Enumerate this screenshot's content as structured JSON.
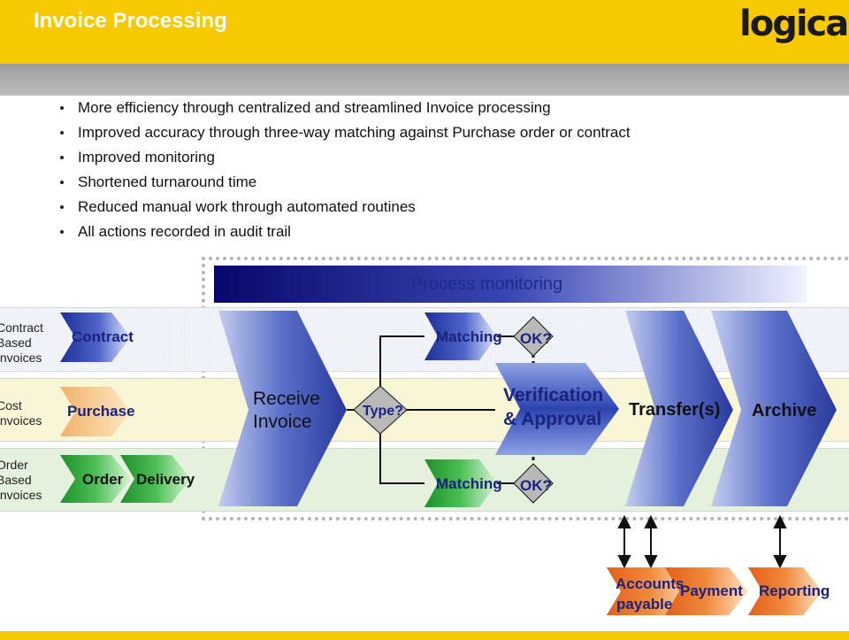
{
  "header": {
    "title": "Invoice Processing",
    "logo_text": "logica",
    "brand_color": "#f7c900"
  },
  "bullets": [
    "More efficiency through centralized and streamlined Invoice processing",
    "Improved accuracy through three-way matching against Purchase order or contract",
    "Improved monitoring",
    "Shortened turnaround time",
    "Reduced manual work through automated routines",
    "All actions recorded in audit trail"
  ],
  "diagram": {
    "process_monitoring": "Process monitoring",
    "lanes": [
      {
        "lines": [
          "Contract",
          "Based",
          "Invoices"
        ],
        "color": "#e8ecf6"
      },
      {
        "lines": [
          "Cost",
          "Invoices"
        ],
        "color": "#f9f6d8"
      },
      {
        "lines": [
          "Order",
          "Based",
          "Invoices"
        ],
        "color": "#e4f1dc"
      }
    ],
    "sources": {
      "contract": "Contract",
      "purchase": "Purchase",
      "order": "Order",
      "delivery": "Delivery"
    },
    "receive_invoice": [
      "Receive",
      "Invoice"
    ],
    "type_decision": "Type?",
    "matching": "Matching",
    "ok": "OK?",
    "verification": [
      "Verification",
      "& Approval"
    ],
    "transfer": "Transfer(s)",
    "archive": "Archive",
    "outputs": {
      "accounts_payable": [
        "Accounts",
        "payable"
      ],
      "payment": "Payment",
      "reporting": "Reporting"
    },
    "colors": {
      "blue": "#4f65c8",
      "orange": "#f08a3c",
      "green": "#3fb34a",
      "decision": "#b9b9b9"
    }
  }
}
